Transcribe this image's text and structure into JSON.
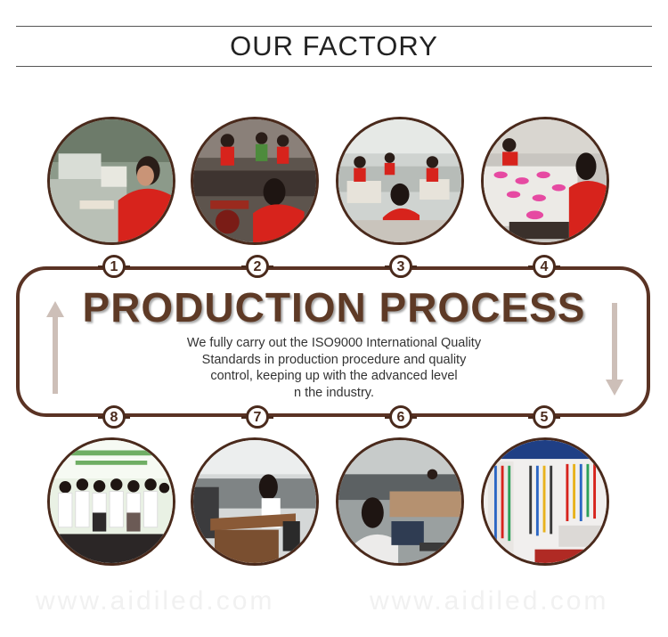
{
  "header": {
    "title": "OUR FACTORY"
  },
  "process": {
    "title": "PRODUCTION  PROCESS",
    "description_lines": [
      "We fully carry out the ISO9000 International Quality",
      "Standards in production procedure and quality",
      "control, keeping up with the advanced level",
      "n the industry."
    ]
  },
  "steps_top": [
    {
      "number": "1",
      "photo": "sewing-worker-photo"
    },
    {
      "number": "2",
      "photo": "assembly-line-photo"
    },
    {
      "number": "3",
      "photo": "sewing-machines-photo"
    },
    {
      "number": "4",
      "photo": "pink-parts-inspection-photo"
    }
  ],
  "steps_bottom": [
    {
      "number": "8",
      "photo": "team-photo"
    },
    {
      "number": "7",
      "photo": "office-worker-photo"
    },
    {
      "number": "6",
      "photo": "office-desk-photo"
    },
    {
      "number": "5",
      "photo": "showroom-lanyards-photo"
    }
  ],
  "watermark": {
    "text": "www.aidiled.com"
  },
  "colors": {
    "frame": "#5a3324",
    "heading": "#5e3a26",
    "uniform": "#d7231c"
  }
}
